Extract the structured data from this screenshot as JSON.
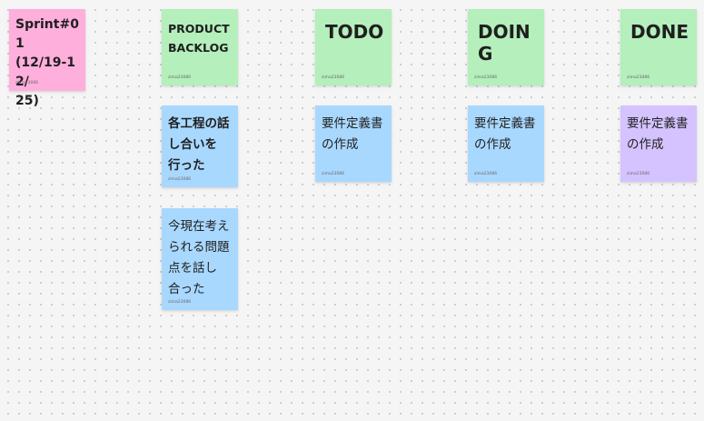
{
  "board": {
    "sprint_note": {
      "text": "Sprint#01\n(12/19-12/\n25)",
      "author": "zima23086",
      "color": "#ffafdc"
    },
    "header_notes": [
      {
        "text": "PRODUCT\nBACKLOG",
        "author": "zima23086",
        "color": "#b4efbc"
      },
      {
        "text": "TODO",
        "author": "zima23086",
        "color": "#b4efbc"
      },
      {
        "text": "DOING",
        "author": "zima23086",
        "color": "#b4efbc"
      },
      {
        "text": "DONE",
        "author": "zima23086",
        "color": "#b4efbc"
      }
    ],
    "backlog_notes": [
      {
        "text": "各工程の話\nし合いを\n行った",
        "author": "zima23086",
        "color": "#a9d8ff"
      },
      {
        "text": "今現在考え\nられる問題\n点を話し\n合った",
        "author": "zima23086",
        "color": "#a9d8ff"
      }
    ],
    "todo_notes": [
      {
        "text": "要件定義書\nの作成",
        "author": "zima23086",
        "color": "#a9d8ff"
      }
    ],
    "doing_notes": [
      {
        "text": "要件定義書\nの作成",
        "author": "zima23086",
        "color": "#a9d8ff"
      }
    ],
    "done_notes": [
      {
        "text": "要件定義書\nの作成",
        "author": "zima23086",
        "color": "#d4c3ff"
      }
    ]
  }
}
